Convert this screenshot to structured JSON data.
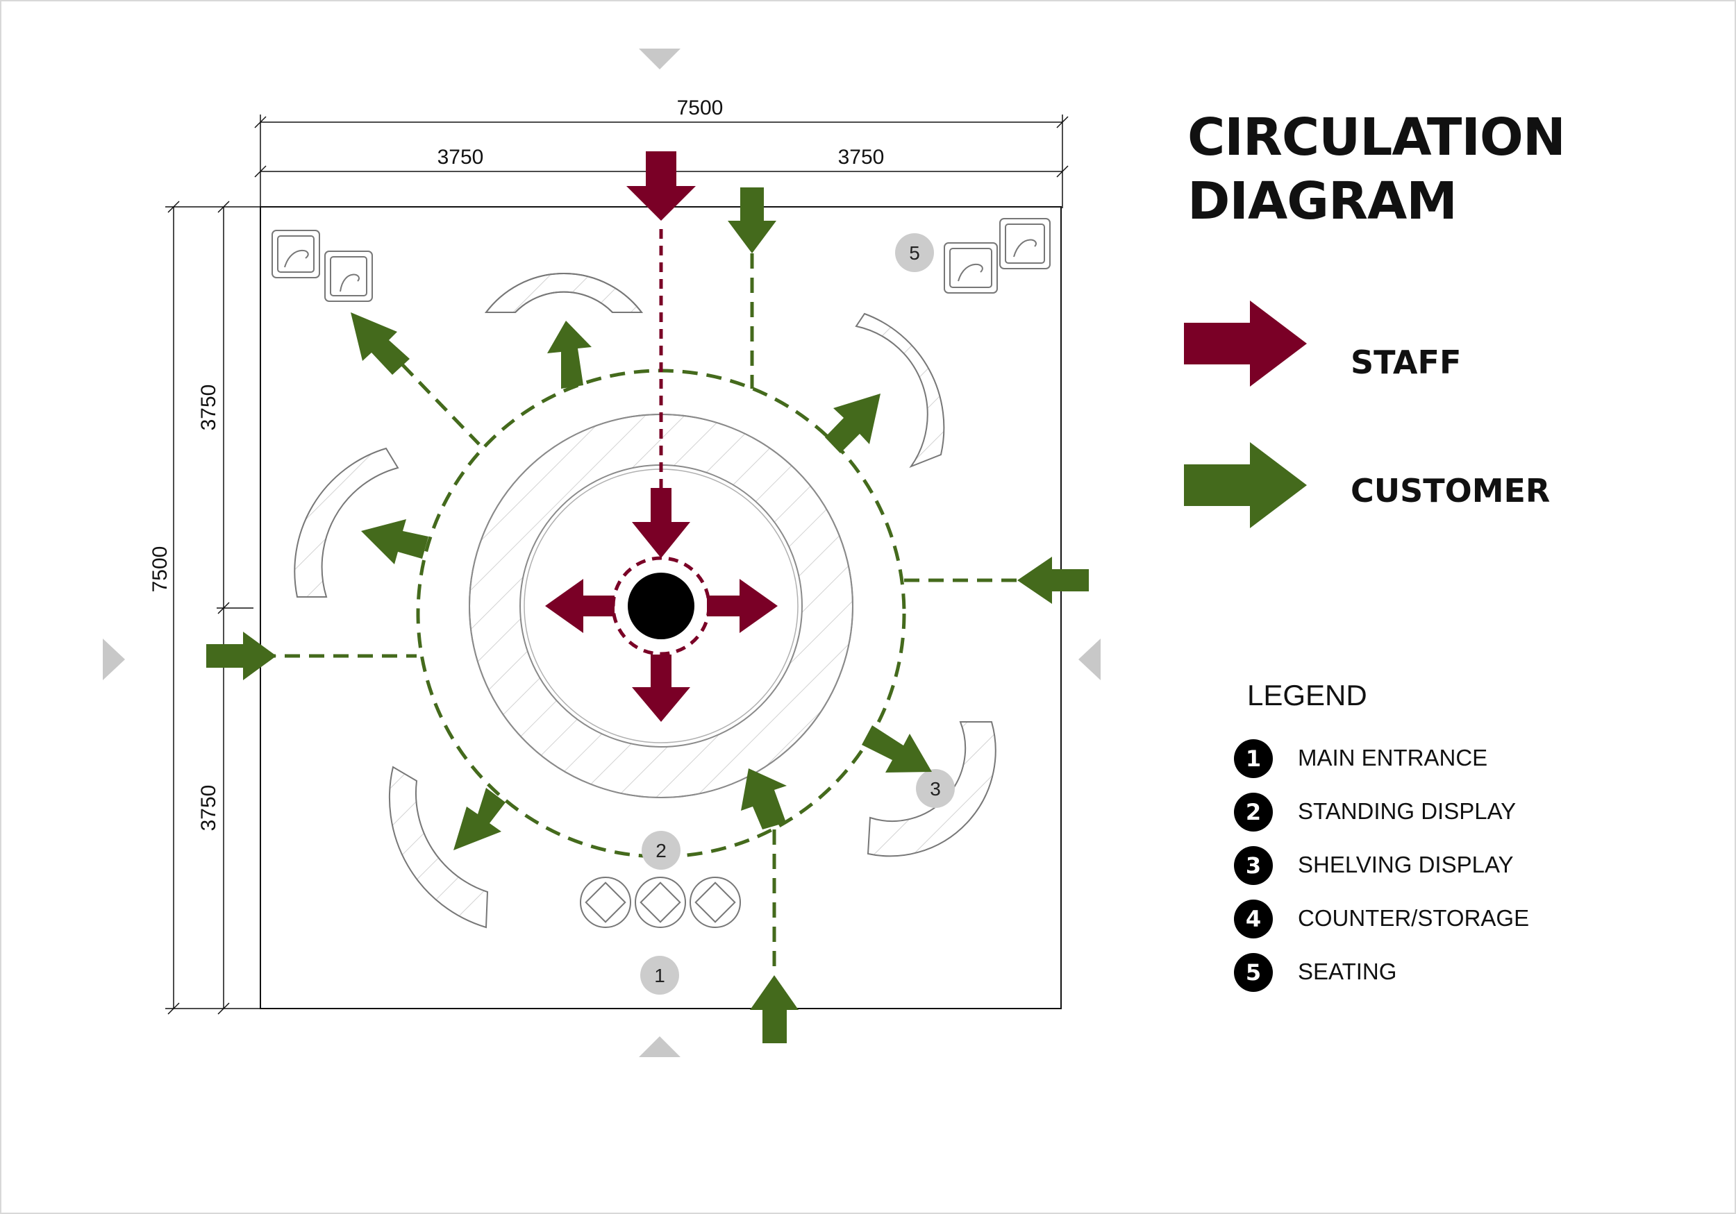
{
  "title": {
    "line1": "CIRCULATION",
    "line2": "DIAGRAM"
  },
  "key": [
    {
      "label": "STAFF",
      "color": "#7a0026"
    },
    {
      "label": "CUSTOMER",
      "color": "#446a1c"
    }
  ],
  "legend": {
    "title": "LEGEND",
    "items": [
      {
        "number": "1",
        "label": "MAIN ENTRANCE"
      },
      {
        "number": "2",
        "label": "STANDING DISPLAY"
      },
      {
        "number": "3",
        "label": "SHELVING DISPLAY"
      },
      {
        "number": "4",
        "label": "COUNTER/STORAGE"
      },
      {
        "number": "5",
        "label": "SEATING"
      }
    ]
  },
  "dimensions": {
    "top_total": "7500",
    "top_left": "3750",
    "top_right": "3750",
    "left_total": "7500",
    "left_top": "3750",
    "left_bottom": "3750"
  },
  "plan_markers": {
    "m1": "1",
    "m2": "2",
    "m3": "3",
    "m5": "5"
  },
  "colors": {
    "staff": "#7a0026",
    "customer": "#446a1c",
    "outline": "#777777",
    "marker": "#cccccc"
  }
}
